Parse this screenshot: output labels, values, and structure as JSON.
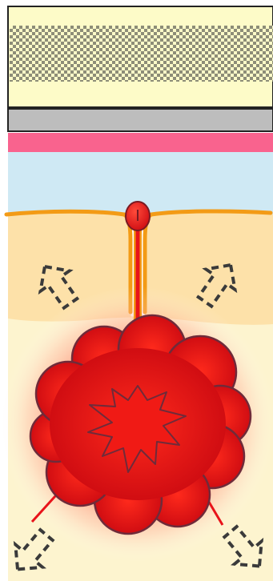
{
  "diagram": {
    "layers": [
      {
        "name": "outer-textured-layer",
        "color": "#fdfbc8"
      },
      {
        "name": "gray-layer",
        "color": "#bdbdbd"
      },
      {
        "name": "pink-layer",
        "color": "#f9638e"
      },
      {
        "name": "blue-layer",
        "color": "#cfe9f4"
      },
      {
        "name": "tan-layer",
        "color": "#fde1a9"
      },
      {
        "name": "inner-yellow-layer",
        "color": "#fdf4cf"
      }
    ],
    "accent_colors": {
      "membrane": "#f39b16",
      "mass": "#d90d12",
      "mass_outline": "#6f2b3a",
      "arrow": "#3a3a3a",
      "stalk": "#e8131a"
    },
    "arrow_count": 4
  }
}
